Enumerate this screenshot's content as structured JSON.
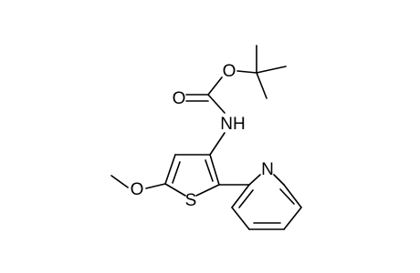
{
  "structure": {
    "atom_labels": {
      "carbonyl_oxygen": "O",
      "ester_oxygen": "O",
      "amine": "NH",
      "methoxy_oxygen": "O",
      "thiophene_sulfur": "S",
      "pyridine_nitrogen": "N"
    }
  }
}
